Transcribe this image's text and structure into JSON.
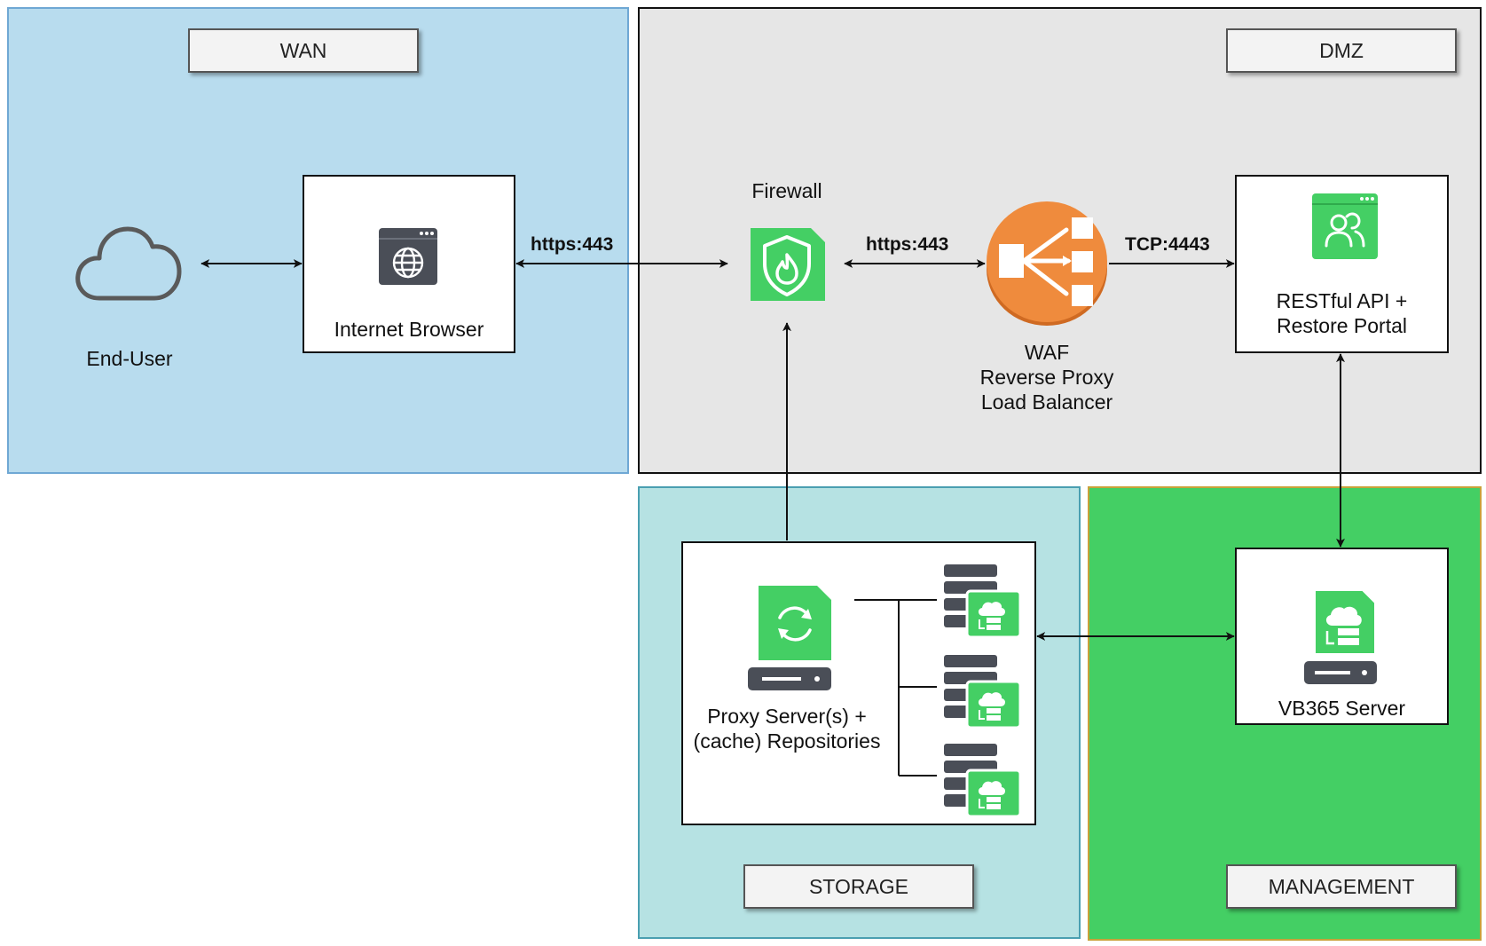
{
  "zones": {
    "wan": "WAN",
    "dmz": "DMZ",
    "storage": "STORAGE",
    "management": "MANAGEMENT"
  },
  "nodes": {
    "end_user": "End-User",
    "browser": "Internet Browser",
    "firewall": "Firewall",
    "waf_line1": "WAF",
    "waf_line2": "Reverse Proxy",
    "waf_line3": "Load Balancer",
    "rest_line1": "RESTful API +",
    "rest_line2": "Restore Portal",
    "proxy_line1": "Proxy Server(s) +",
    "proxy_line2": "(cache) Repositories",
    "vb365": "VB365 Server"
  },
  "connections": {
    "browser_firewall": "https:443",
    "firewall_waf": "https:443",
    "waf_rest": "TCP:4443"
  },
  "colors": {
    "wan_fill": "#b8dcee",
    "dmz_fill": "#e6e6e6",
    "storage_fill": "#b6e2e3",
    "management_fill": "#44cf64",
    "icon_green": "#44cf64",
    "icon_dark": "#4a4e57",
    "balancer_orange": "#ef8b3d"
  },
  "icons": [
    "cloud-icon",
    "browser-globe-icon",
    "firewall-shield-icon",
    "load-balancer-icon",
    "users-portal-icon",
    "proxy-server-icon",
    "repository-server-icon",
    "vb365-server-icon"
  ]
}
